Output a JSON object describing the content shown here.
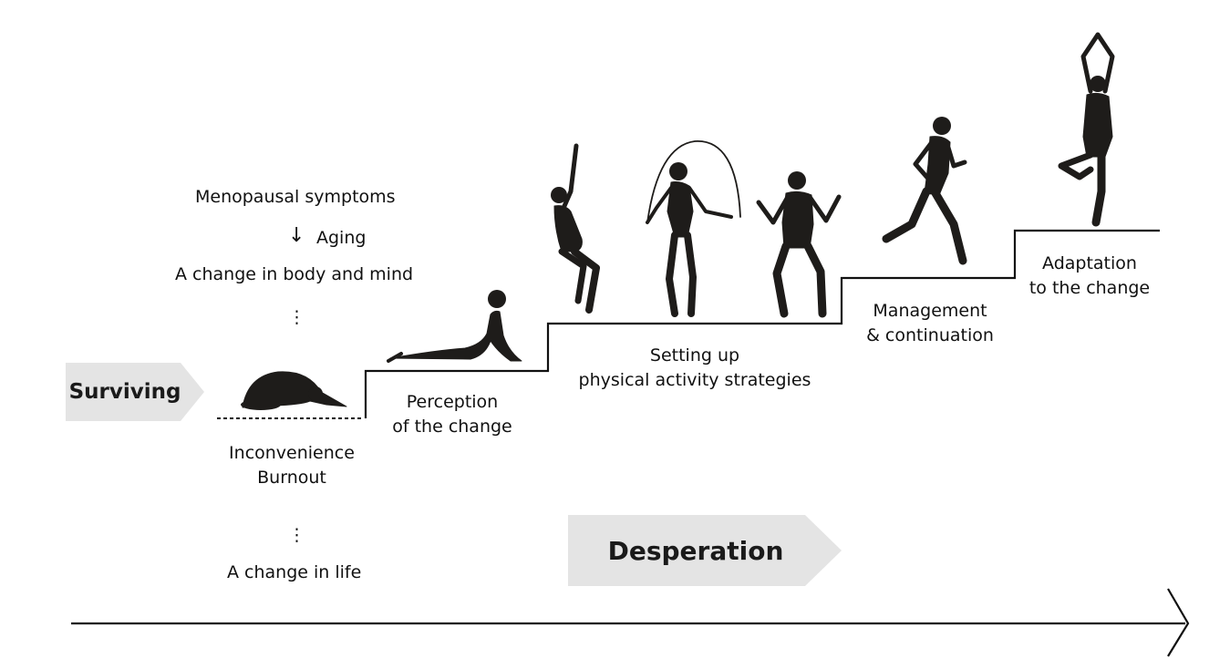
{
  "top_causes": {
    "line1": "Menopausal symptoms",
    "arrow": "↓",
    "line2": "Aging",
    "line3": "A change in body and mind",
    "dots": "⋮"
  },
  "surviving": {
    "label": "Surviving",
    "outcome_line1": "Inconvenience",
    "outcome_line2": "Burnout",
    "dots": "⋮",
    "bottom": "A change in life"
  },
  "stages": [
    {
      "line1": "Perception",
      "line2": "of the change"
    },
    {
      "line1": "Setting up",
      "line2": "physical activity strategies"
    },
    {
      "line1": "Management",
      "line2": "& continuation"
    },
    {
      "line1": "Adaptation",
      "line2": "to the change"
    }
  ],
  "desperation": {
    "label": "Desperation"
  },
  "colors": {
    "banner": "#e4e4e4",
    "ink": "#1e1c1a",
    "line": "#111111"
  },
  "icons": [
    "child-pose-figure-icon",
    "cobra-pose-figure-icon",
    "squat-reach-figure-icon",
    "jump-rope-figure-icon",
    "dancing-figure-icon",
    "running-figure-icon",
    "tree-pose-figure-icon"
  ]
}
